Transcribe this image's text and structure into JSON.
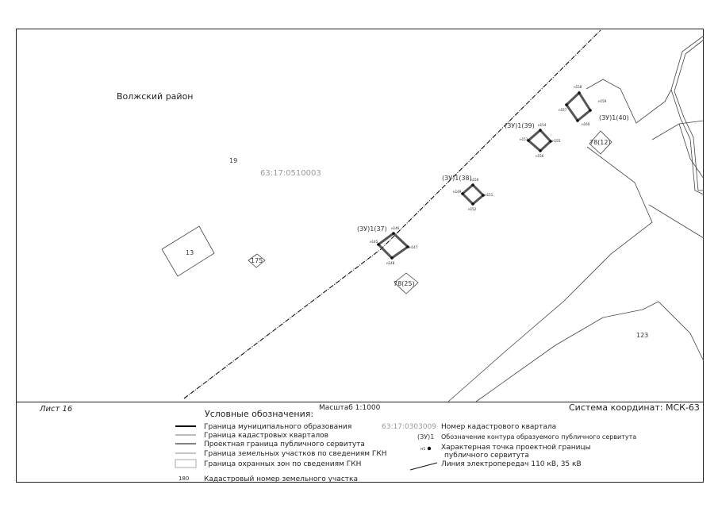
{
  "map": {
    "district_label": "Волжский район",
    "quarter_label": "63:17:0510003",
    "parcels": {
      "p19": "19",
      "p13": "13",
      "p175": "175",
      "p78_25": "78(25)",
      "p78_12": "78(12)",
      "p123": "123"
    },
    "servitudes": {
      "s37": "(ЗУ)1(37)",
      "s38": "(ЗУ)1(38)",
      "s39": "(ЗУ)1(39)",
      "s40": "(ЗУ)1(40)"
    },
    "points": {
      "s37": [
        "н146",
        "н145",
        "н147",
        "н148"
      ],
      "s38": [
        "н150",
        "н149",
        "н151",
        "н152"
      ],
      "s39": [
        "н154",
        "н153",
        "н155",
        "н156"
      ],
      "s40": [
        "н158",
        "н157",
        "н159",
        "н160"
      ]
    }
  },
  "footer": {
    "sheet": "Лист 16",
    "scale": "Масштаб 1:1000",
    "coords": "Система координат: МСК-63"
  },
  "legend": {
    "title": "Условные обозначения:",
    "left_items": [
      "Граница муниципального образования",
      "Граница кадастровых кварталов",
      "Проектная граница публичного сервитута",
      "Граница земельных участков по сведениям ГКН",
      "Граница охранных зон по сведениям ГКН",
      "Кадастровый номер земельного участка"
    ],
    "parcel_number_sample": "180",
    "quarter_sample": "63:17:0303009",
    "quarter_text": "Номер кадастрового квартала",
    "contour_sample": "(ЗУ)1",
    "contour_text": "Обозначение контура образуемого публичного сервитута",
    "point_sample": "н1",
    "point_text_1": "Характерная точка проектной границы",
    "point_text_2": "публичного сервитута",
    "line_text": "Линия электропередач 110 кВ, 35 кВ"
  }
}
